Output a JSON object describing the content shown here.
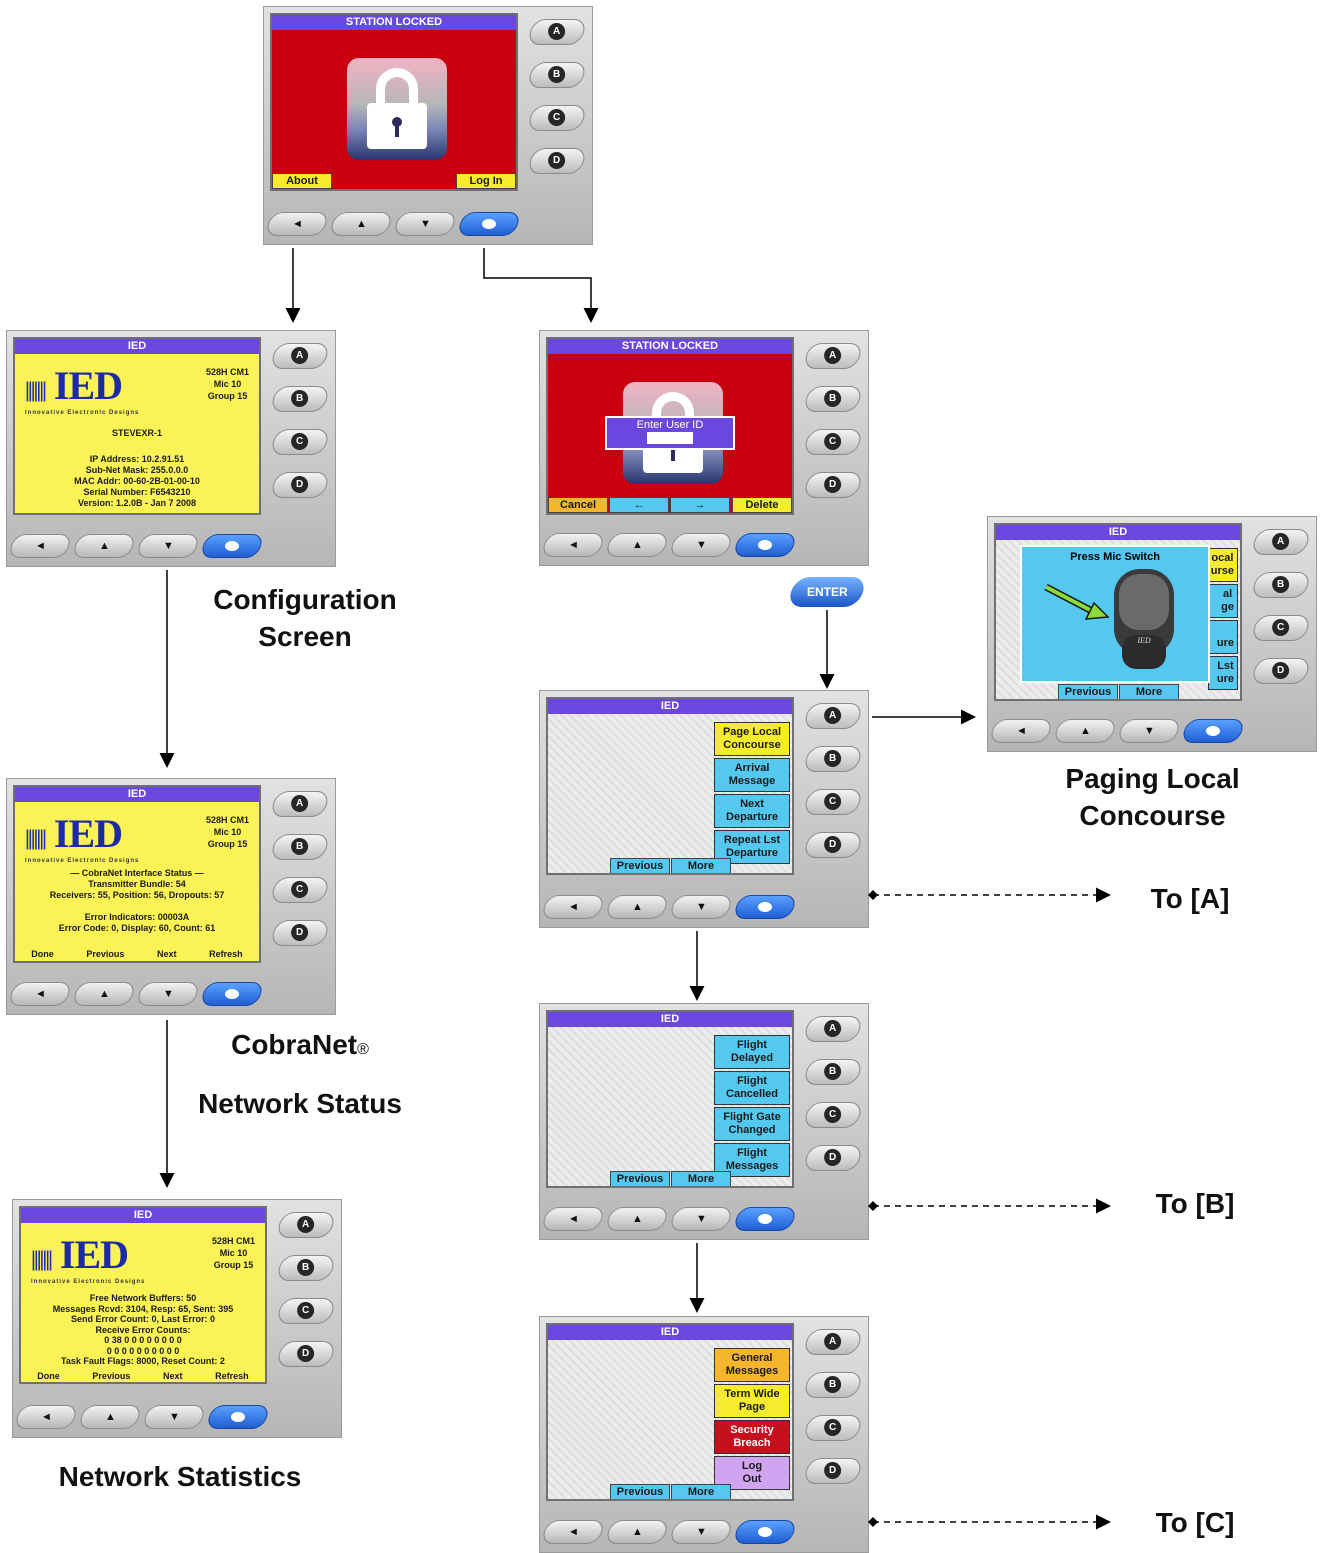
{
  "locked": {
    "title": "STATION LOCKED",
    "about": "About",
    "login": "Log In"
  },
  "enter_id": {
    "title": "STATION LOCKED",
    "prompt": "Enter User ID",
    "cancel": "Cancel",
    "left": "←",
    "right": "→",
    "delete": "Delete"
  },
  "side_buttons": [
    "A",
    "B",
    "C",
    "D"
  ],
  "bottom_buttons": [
    "◄",
    "▲",
    "▼"
  ],
  "enter_key": "ENTER",
  "config": {
    "title": "IED",
    "logo": "IED",
    "tagline": "Innovative Electronic Designs",
    "unit": [
      "528H CM1",
      "Mic 10",
      "Group 15"
    ],
    "station": "STEVEXR-1",
    "lines": [
      "IP Address: 10.2.91.51",
      "Sub-Net Mask: 255.0.0.0",
      "MAC Addr: 00-60-2B-01-00-10",
      "Serial Number: F6543210",
      "Version: 1.2.0B - Jan  7 2008"
    ],
    "caption": [
      "Configuration",
      "Screen"
    ]
  },
  "cobranet": {
    "title": "IED",
    "lines": [
      "— CobraNet Interface Status —",
      "Transmitter Bundle: 54",
      "Receivers: 55, Position: 56, Dropouts: 57",
      "",
      "Error Indicators: 00003A",
      "Error Code: 0, Display: 60, Count: 61"
    ],
    "footer": [
      "Done",
      "Previous",
      "Next",
      "Refresh"
    ],
    "caption": [
      "CobraNet",
      "Network Status"
    ],
    "reg": "®"
  },
  "netstats": {
    "title": "IED",
    "lines": [
      "Free Network Buffers: 50",
      "Messages Rcvd: 3104, Resp: 65, Sent: 395",
      "Send Error Count: 0, Last Error: 0",
      "Receive Error Counts:",
      "0 38 0 0 0 0 0 0 0 0",
      "0 0 0 0 0 0 0 0 0 0",
      "Task Fault Flags: 8000, Reset Count: 2"
    ],
    "footer": [
      "Done",
      "Previous",
      "Next",
      "Refresh"
    ],
    "caption": "Network Statistics"
  },
  "menu1": {
    "title": "IED",
    "items": [
      "Page Local\nConcourse",
      "Arrival\nMessage",
      "Next\nDeparture",
      "Repeat Lst\nDeparture"
    ],
    "previous": "Previous",
    "more": "More",
    "goto": "To [A]"
  },
  "menu2": {
    "title": "IED",
    "items": [
      "Flight\nDelayed",
      "Flight\nCancelled",
      "Flight Gate\nChanged",
      "Flight\nMessages"
    ],
    "previous": "Previous",
    "more": "More",
    "goto": "To [B]"
  },
  "menu3": {
    "title": "IED",
    "items": [
      "General\nMessages",
      "Term Wide\nPage",
      "Security\nBreach",
      "Log\nOut"
    ],
    "previous": "Previous",
    "more": "More",
    "goto": "To [C]"
  },
  "paging": {
    "title": "IED",
    "prompt": "Press Mic Switch",
    "mic_brand": "IED",
    "partial": [
      "ocal\nurse",
      "al\nge",
      "\nure",
      "Lst\nure"
    ],
    "previous": "Previous",
    "more": "More",
    "caption": [
      "Paging Local",
      "Concourse"
    ]
  }
}
